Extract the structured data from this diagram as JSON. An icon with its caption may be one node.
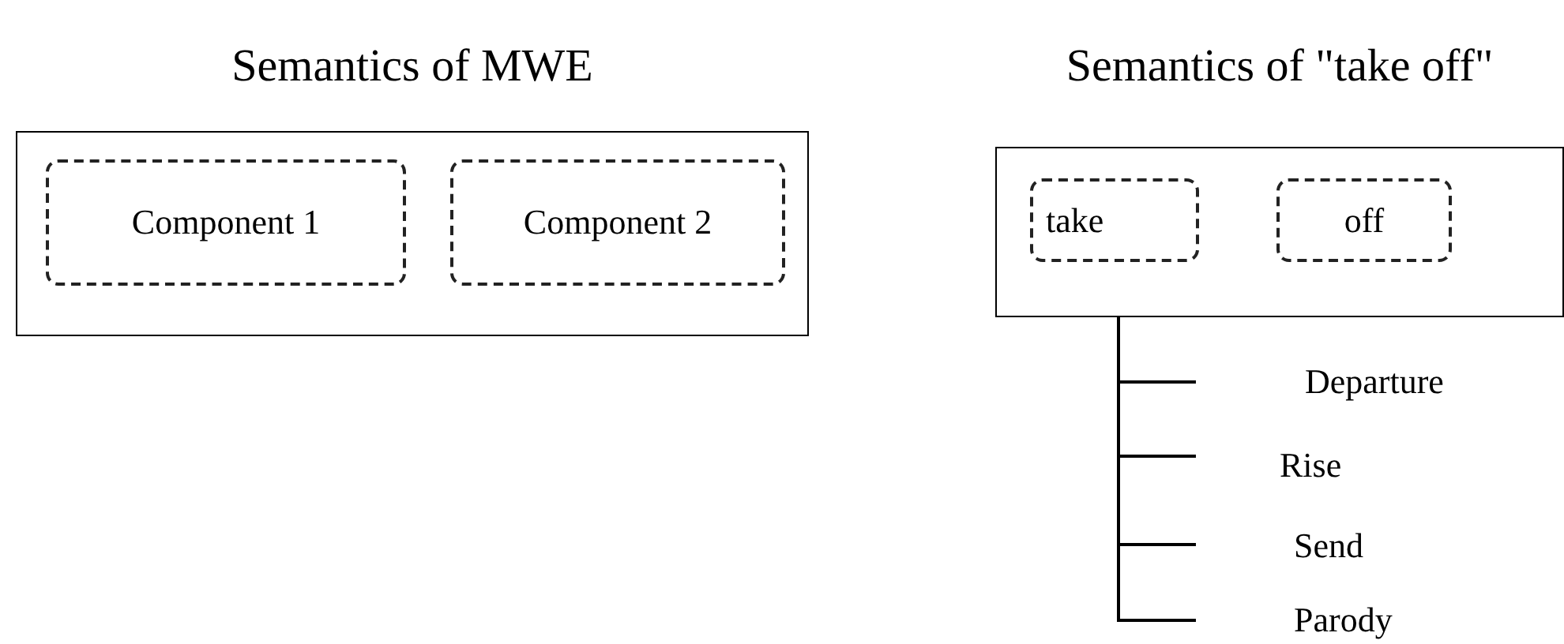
{
  "diagram": {
    "nodes": [
      {
        "text": [
          "Semantics of MWE"
        ]
      },
      {
        "text": [
          "Component 1"
        ],
        "in": 0
      },
      {
        "text": [
          "Component 2"
        ],
        "in": 0
      },
      {
        "text": [
          "Semantics of \"take off\""
        ]
      },
      {
        "text": [
          "take"
        ],
        "in": 3
      },
      {
        "text": [
          "off"
        ],
        "in": 3
      },
      {
        "text": [
          "Departure"
        ]
      },
      {
        "text": [
          "Rise"
        ]
      },
      {
        "text": [
          "Send"
        ]
      },
      {
        "text": [
          "Parody"
        ]
      }
    ],
    "edges": [
      {
        "from": 3,
        "to": 6,
        "arrow": "none"
      },
      {
        "from": 3,
        "to": 7,
        "arrow": "none"
      },
      {
        "from": 3,
        "to": 8,
        "arrow": "none"
      },
      {
        "from": 3,
        "to": 9,
        "arrow": "none"
      }
    ]
  }
}
